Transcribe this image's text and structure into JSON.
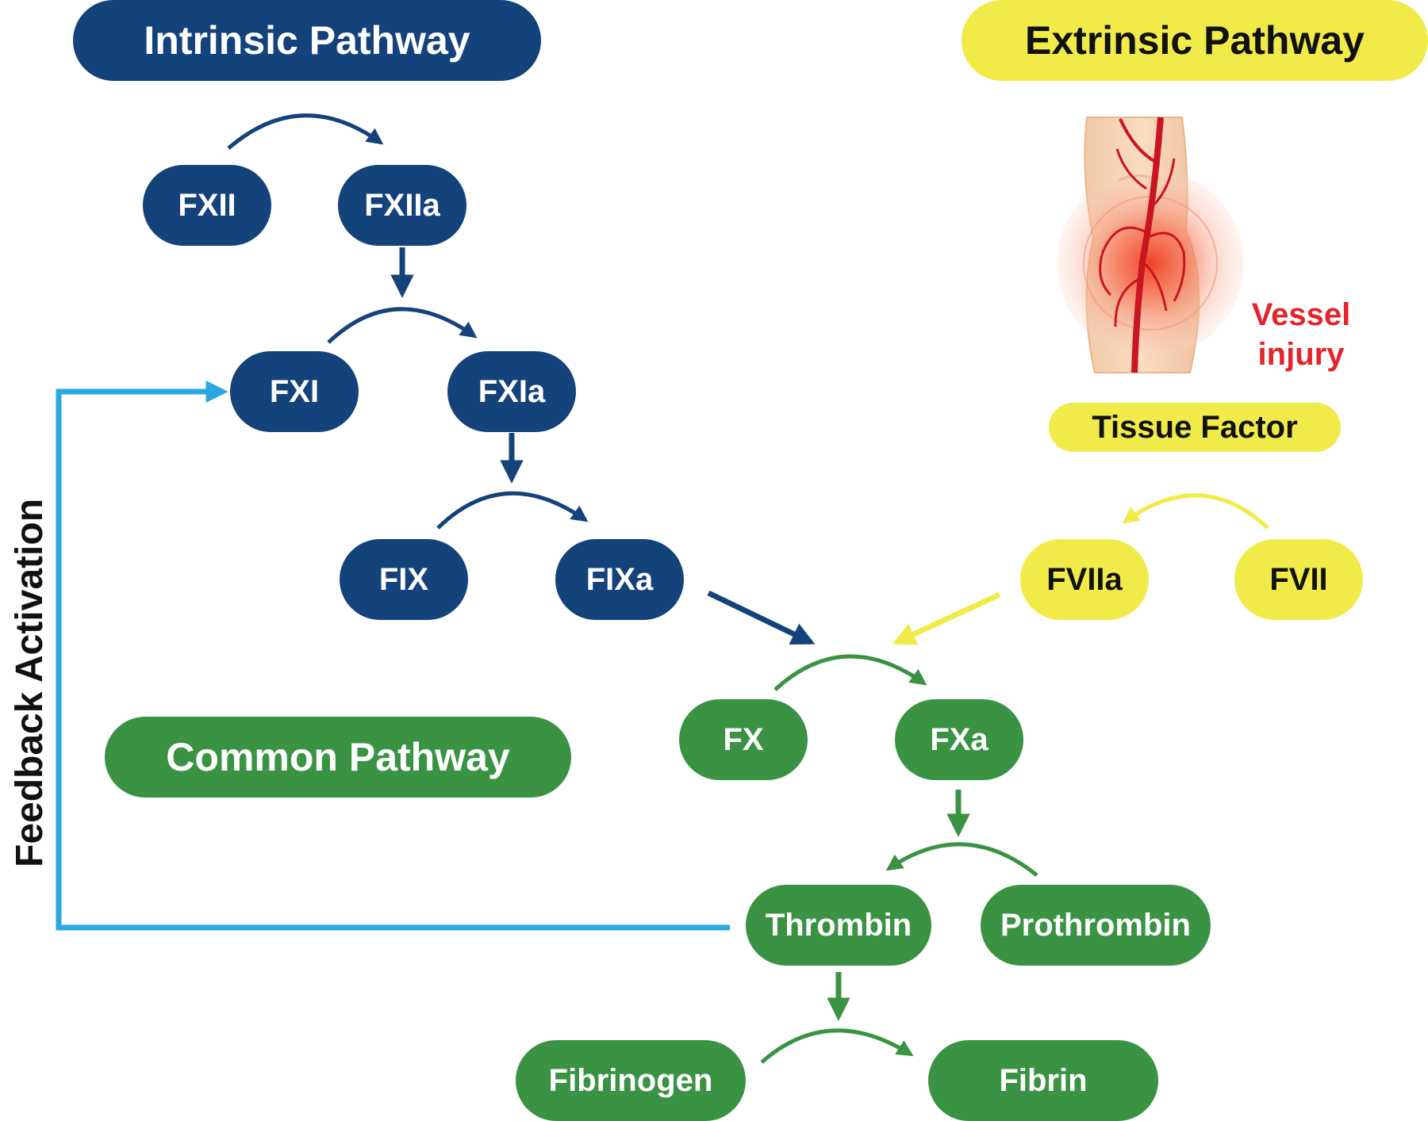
{
  "pathways": {
    "intrinsic": "Intrinsic Pathway",
    "extrinsic": "Extrinsic Pathway",
    "common": "Common Pathway"
  },
  "feedback_label": "Feedback Activation",
  "injury": {
    "line1": "Vessel",
    "line2": "injury"
  },
  "tissue_factor": "Tissue Factor",
  "factors": {
    "fxii": "FXII",
    "fxiia": "FXIIa",
    "fxi": "FXI",
    "fxia": "FXIa",
    "fix": "FIX",
    "fixa": "FIXa",
    "fviia": "FVIIa",
    "fvii": "FVII",
    "fx": "FX",
    "fxa": "FXa",
    "thrombin": "Thrombin",
    "prothrombin": "Prothrombin",
    "fibrinogen": "Fibrinogen",
    "fibrin": "Fibrin"
  },
  "colors": {
    "intrinsic": "#14427a",
    "extrinsic": "#f1eb4a",
    "common": "#3a9343",
    "feedback": "#29a8e0",
    "injury_text": "#e3242b"
  }
}
